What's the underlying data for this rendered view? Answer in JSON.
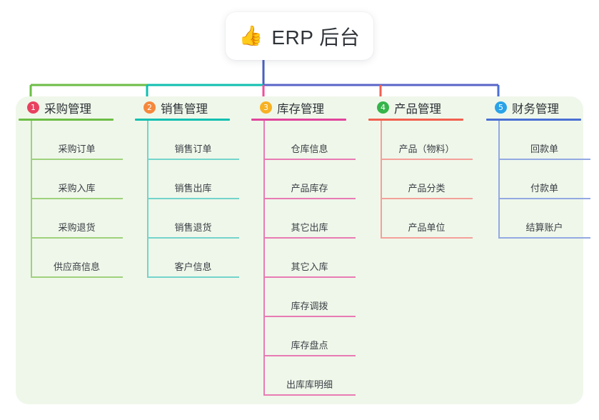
{
  "root": {
    "icon": "thumbs-up-emoji",
    "icon_glyph": "👍",
    "title": "ERP 后台"
  },
  "colors": {
    "page_bg": "#ffffff",
    "board_bg": "#eff7ea",
    "root_card_bg": "#ffffff",
    "stem": "#4a5fc1",
    "text": "#2f3338"
  },
  "connector_bar": [
    {
      "name": "bar-green",
      "color": "#6cbe45"
    },
    {
      "name": "bar-teal",
      "color": "#0fbfb0"
    },
    {
      "name": "bar-purple",
      "color": "#5a63c8"
    }
  ],
  "columns": [
    {
      "index": "1",
      "title": "采购管理",
      "badge_color": "#e8415f",
      "rule_color": "#6cbe45",
      "line_color": "#9ed17c",
      "drop_color": "#6cbe45",
      "items": [
        "采购订单",
        "采购入库",
        "采购退货",
        "供应商信息"
      ]
    },
    {
      "index": "2",
      "title": "销售管理",
      "badge_color": "#f5883c",
      "rule_color": "#0fbfb0",
      "line_color": "#74d4cb",
      "drop_color": "#0fbfb0",
      "items": [
        "销售订单",
        "销售出库",
        "销售退货",
        "客户信息"
      ]
    },
    {
      "index": "3",
      "title": "库存管理",
      "badge_color": "#f7b124",
      "rule_color": "#e0459b",
      "line_color": "#e87bb4",
      "drop_color": "#ef4f9e",
      "items": [
        "仓库信息",
        "产品库存",
        "其它出库",
        "其它入库",
        "库存调拨",
        "库存盘点",
        "出库库明细"
      ]
    },
    {
      "index": "4",
      "title": "产品管理",
      "badge_color": "#35b44a",
      "rule_color": "#f2604f",
      "line_color": "#f4a099",
      "drop_color": "#f2604f",
      "items": [
        "产品（物料）",
        "产品分类",
        "产品单位"
      ]
    },
    {
      "index": "5",
      "title": "财务管理",
      "badge_color": "#29a3e8",
      "rule_color": "#4a6fd4",
      "line_color": "#93a9e2",
      "drop_color": "#4a6fd4",
      "items": [
        "回款单",
        "付款单",
        "结算账户"
      ]
    }
  ]
}
